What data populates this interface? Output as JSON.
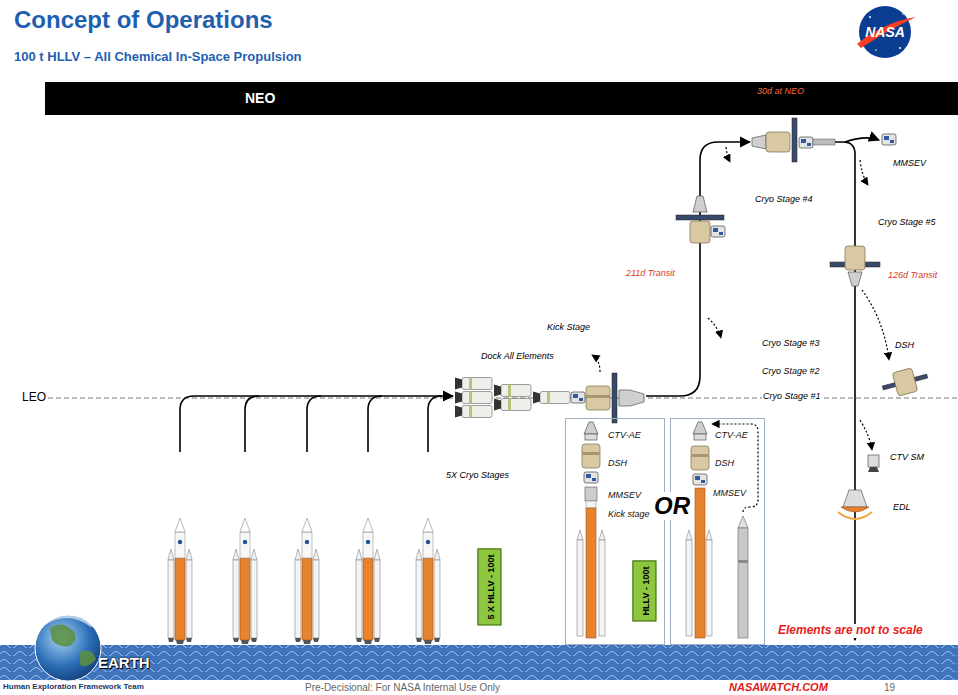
{
  "diagram": {
    "title": "Concept of Operations",
    "nodes": [
      {
        "text": [
          "NEO"
        ]
      },
      {
        "text": [
          "5 X HLLV - 100t"
        ]
      },
      {
        "text": [
          "CTV-AE",
          "DSH",
          "MMSEV",
          "Kick stage"
        ]
      },
      {
        "text": [
          "HLLV - 100t"
        ],
        "in": 2
      },
      {
        "text": [
          "CTV-AE",
          "DSH",
          "MMSEV"
        ]
      },
      {
        "text": [
          "EARTH"
        ]
      }
    ],
    "labels": [
      "100 t HLLV – All Chemical In-Space Propulsion",
      "NASA",
      "30d at NEO",
      "MMSEV",
      "Cryo Stage #4",
      "Cryo Stage #5",
      "211d Transit",
      "126d Transit",
      "Kick Stage",
      "Dock All Elements",
      "Cryo Stage #3",
      "Cryo Stage #2",
      "Cryo Stage #1",
      "DSH",
      "LEO",
      "5X Cryo Stages",
      "OR",
      "CTV SM",
      "EDL",
      "Elements are not to scale",
      "Human Exploration Framework Team",
      "Pre-Decisional: For NASA Internal Use Only",
      "NASAWATCH.COM",
      "19"
    ]
  }
}
